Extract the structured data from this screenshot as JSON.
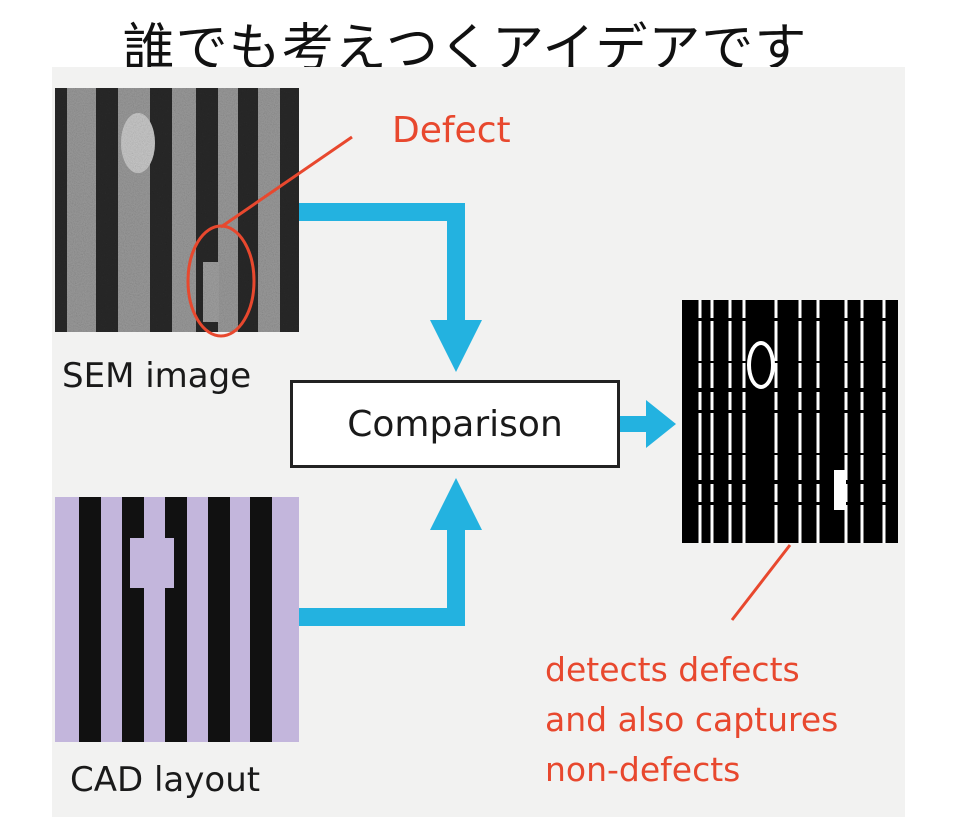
{
  "title": "誰でも考えつくアイデアです",
  "labels": {
    "sem": "SEM image",
    "cad": "CAD layout",
    "comparison": "Comparison",
    "defect": "Defect",
    "result_line1": "detects defects",
    "result_line2": "and also captures",
    "result_line3": "non-defects"
  },
  "colors": {
    "panel_bg": "#f2f2f1",
    "arrow": "#23b2e0",
    "annotation": "#e8482e",
    "cad_fill": "#c3b6dc",
    "stripe": "#111111"
  }
}
